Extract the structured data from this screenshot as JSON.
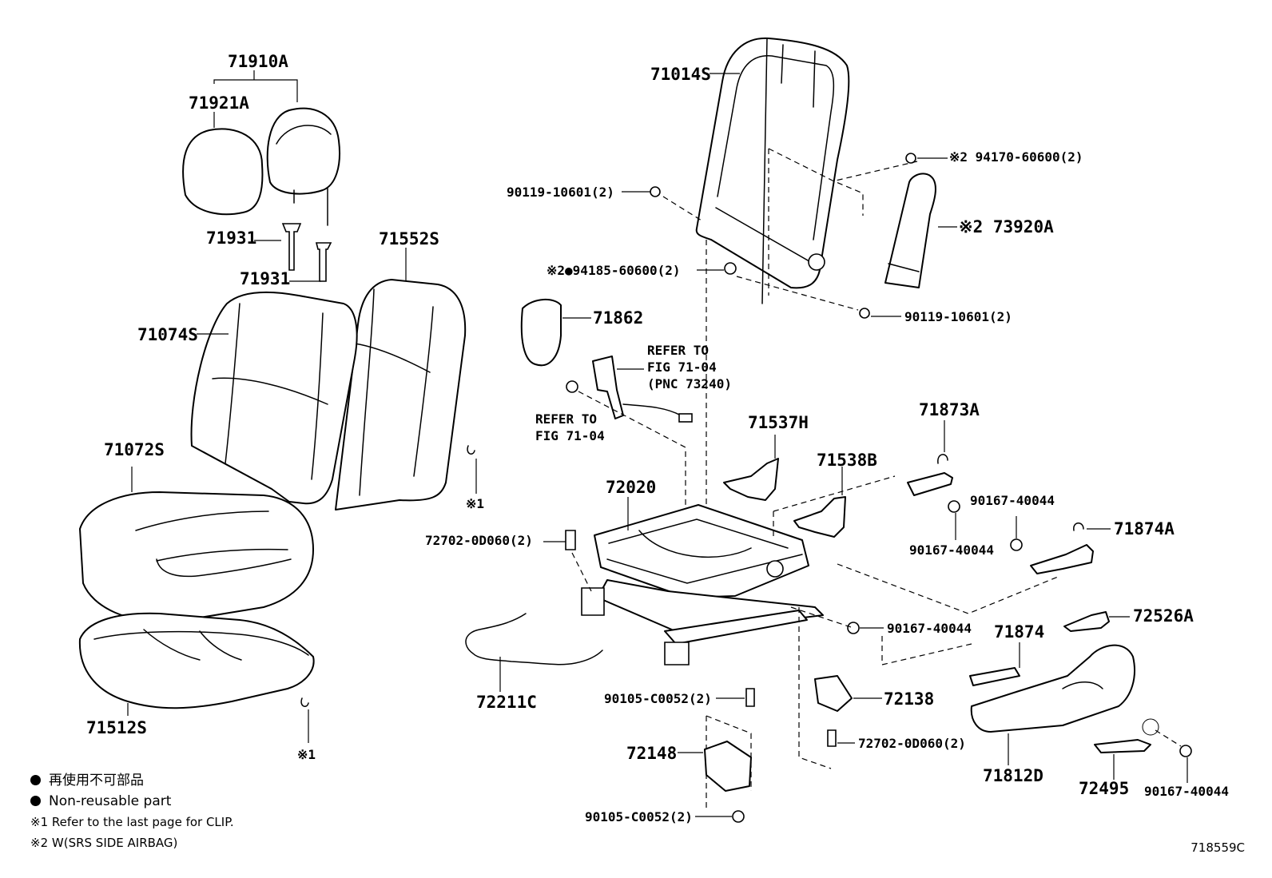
{
  "callouts": {
    "p71910A": "71910A",
    "p71921A": "71921A",
    "p71931_1": "71931",
    "p71931_2": "71931",
    "p71552S": "71552S",
    "p71074S": "71074S",
    "p71072S": "71072S",
    "p71512S": "71512S",
    "clip1_a": "※1",
    "clip1_b": "※1",
    "p71014S": "71014S",
    "p94170": "※2 94170-60600(2)",
    "p73920A": "※2 73920A",
    "p90119_a": "90119-10601(2)",
    "p94185": "※2●94185-60600(2)",
    "p90119_b": "90119-10601(2)",
    "p71862": "71862",
    "p71537H": "71537H",
    "p71538B": "71538B",
    "p71873A": "71873A",
    "p90167_a": "90167-40044",
    "p90167_b": "90167-40044",
    "p71874A": "71874A",
    "p72020": "72020",
    "p72702_a": "72702-0D060(2)",
    "p90167_c": "90167-40044",
    "p72526A": "72526A",
    "p71874": "71874",
    "p72211C": "72211C",
    "p90105_a": "90105-C0052(2)",
    "p72138": "72138",
    "p72702_b": "72702-0D060(2)",
    "p72148": "72148",
    "p90105_b": "90105-C0052(2)",
    "p71812D": "71812D",
    "p72495": "72495",
    "p90167_d": "90167-40044"
  },
  "notes": {
    "refer_belt_1": "REFER TO",
    "refer_belt_2": "FIG 71-04",
    "refer_belt_3": "(PNC 73240)",
    "refer_nut_1": "REFER TO",
    "refer_nut_2": "FIG 71-04"
  },
  "legend": {
    "jp": "再使用不可部品",
    "en": "Non-reusable part",
    "note1": "※1 Refer to the last page for CLIP.",
    "note2": "※2 W(SRS SIDE AIRBAG)"
  },
  "illustration_id": "718559C"
}
